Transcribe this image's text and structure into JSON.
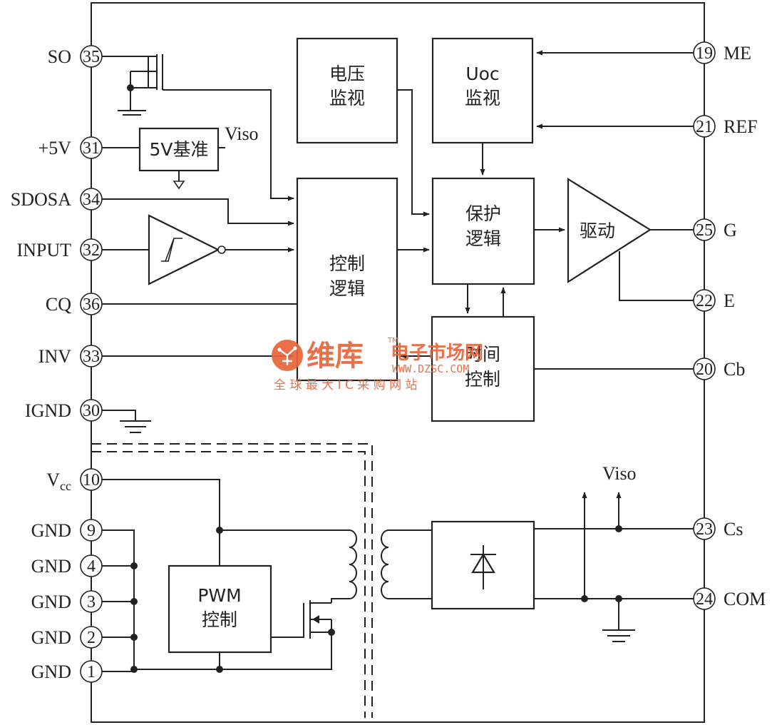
{
  "pins_left": [
    {
      "num": "35",
      "label": "SO"
    },
    {
      "num": "31",
      "label": "+5V"
    },
    {
      "num": "34",
      "label": "SDOSA"
    },
    {
      "num": "32",
      "label": "INPUT"
    },
    {
      "num": "36",
      "label": "CQ"
    },
    {
      "num": "33",
      "label": "INV"
    },
    {
      "num": "30",
      "label": "IGND"
    },
    {
      "num": "10",
      "label": "V",
      "sub": "cc"
    },
    {
      "num": "9",
      "label": "GND"
    },
    {
      "num": "4",
      "label": "GND"
    },
    {
      "num": "3",
      "label": "GND"
    },
    {
      "num": "2",
      "label": "GND"
    },
    {
      "num": "1",
      "label": "GND"
    }
  ],
  "pins_right": [
    {
      "num": "19",
      "label": "ME"
    },
    {
      "num": "21",
      "label": "REF"
    },
    {
      "num": "25",
      "label": "G"
    },
    {
      "num": "22",
      "label": "E"
    },
    {
      "num": "20",
      "label": "Cb"
    },
    {
      "num": "23",
      "label": "Cs"
    },
    {
      "num": "24",
      "label": "COM"
    }
  ],
  "blocks": {
    "voltage_monitor": [
      "电压",
      "监视"
    ],
    "uoc_monitor": [
      "Uoc",
      "监视"
    ],
    "ref_5v": "5V基准",
    "control_logic": [
      "控制",
      "逻辑"
    ],
    "protect_logic": [
      "保护",
      "逻辑"
    ],
    "driver": "驱动",
    "timing_control": [
      "时间",
      "控制"
    ],
    "pwm_control": [
      "PWM",
      "控制"
    ]
  },
  "labels": {
    "viso_top": "Viso",
    "viso_bottom": "Viso"
  },
  "watermark": {
    "brand": "维库",
    "tm": "TM",
    "cn": "电子市场网",
    "url": "WWW.DZSC.COM",
    "slogan": "全 球 最 大 I C 采 购 网 站"
  },
  "colors": {
    "line": "#222222",
    "watermark": "#e8643a"
  }
}
